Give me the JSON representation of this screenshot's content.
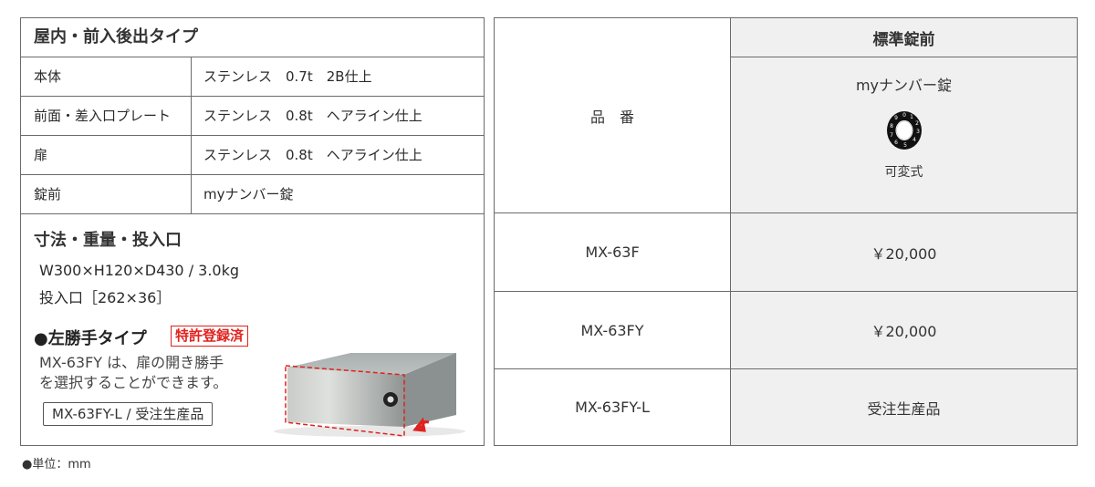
{
  "left_table": {
    "title": "屋内・前入後出タイプ",
    "specs": [
      {
        "key": "本体",
        "value": "ステンレス　0.7t　2B仕上"
      },
      {
        "key": "前面・差入口プレート",
        "value": "ステンレス　0.8t　ヘアライン仕上"
      },
      {
        "key": "扉",
        "value": "ステンレス　0.8t　ヘアライン仕上"
      },
      {
        "key": "錠前",
        "value": "myナンバー錠"
      }
    ],
    "dimensions": {
      "heading": "寸法・重量・投入口",
      "size_weight": "W300×H120×D430 / 3.0kg",
      "slot": "投入口［262×36］"
    },
    "left_hand": {
      "heading": "●左勝手タイプ",
      "badge": "特許登録済",
      "description_line1": "MX-63FY は、扉の開き勝手",
      "description_line2": "を選択することができます。",
      "order_note": "MX-63FY-L / 受注生産品"
    }
  },
  "right_table": {
    "header_label": "品　番",
    "column_header": "標準錠前",
    "lock_name": "myナンバー錠",
    "lock_dial_digits": [
      "0",
      "1",
      "2",
      "3",
      "4",
      "5",
      "6",
      "7",
      "8",
      "9"
    ],
    "lock_type": "可変式",
    "rows": [
      {
        "model": "MX-63F",
        "price": "￥20,000"
      },
      {
        "model": "MX-63FY",
        "price": "￥20,000"
      },
      {
        "model": "MX-63FY-L",
        "price": "受注生産品"
      }
    ]
  },
  "footnote": "●単位：mm",
  "colors": {
    "border": "#6b6b6b",
    "badge_red": "#e0221e",
    "cell_gray": "#f0f0f0"
  }
}
